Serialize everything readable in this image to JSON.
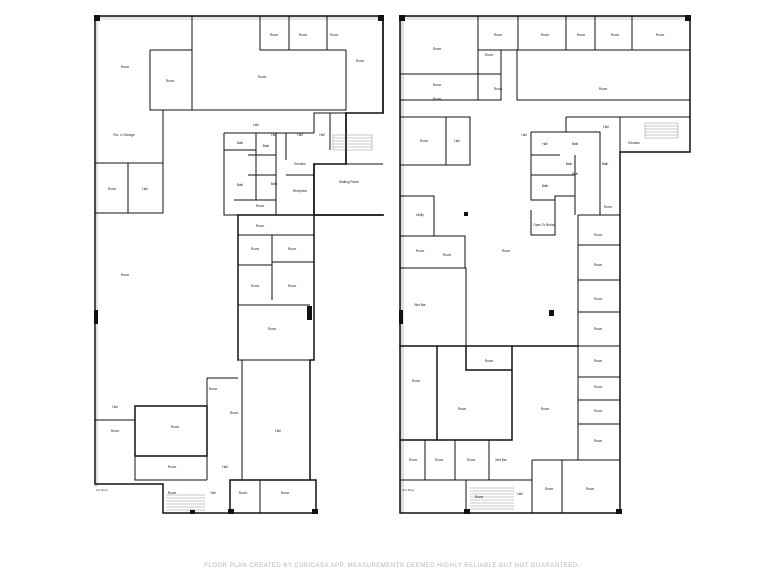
{
  "plans": [
    {
      "floor_label": "1st Floor",
      "rooms": [
        "Room",
        "Room",
        "Room",
        "Room",
        "Room",
        "Room",
        "Room",
        "Room",
        "Hall",
        "Hall",
        "Hall",
        "Hall",
        "Hall",
        "Bath",
        "Bath",
        "Bath",
        "Bath",
        "Elevator",
        "Reception",
        "Waiting Room",
        "Rm. in Storage",
        "Room",
        "Room",
        "Room",
        "Room",
        "Room",
        "Room",
        "Room",
        "Hall",
        "Room",
        "Room",
        "Hall",
        "Room",
        "Hall",
        "Room",
        "Room",
        "Room",
        "Room",
        "Hall",
        "Room",
        "Room"
      ]
    },
    {
      "floor_label": "2nd Floor",
      "rooms": [
        "Room",
        "Room",
        "Room",
        "Room",
        "Room",
        "Room",
        "Room",
        "Room",
        "Room",
        "Room",
        "Room",
        "Room",
        "Hall",
        "Hall",
        "Hall",
        "Hall",
        "Bath",
        "Bath",
        "Bath",
        "Bath",
        "Bath",
        "Elevator",
        "Open To Below",
        "Room",
        "Utility",
        "Room",
        "Room",
        "Room",
        "Wet Bar",
        "Room",
        "Room",
        "Room",
        "Room",
        "Room",
        "Room",
        "Room",
        "Room",
        "Room",
        "Room",
        "Room",
        "Room",
        "Room",
        "Room",
        "Room",
        "Wet Bar",
        "Room",
        "Hall",
        "Room",
        "Room"
      ]
    }
  ],
  "footer": "FLOOR PLAN CREATED BY CUBICASA APP. MEASUREMENTS DEEMED HIGHLY RELIABLE BUT NOT GUARANTEED."
}
